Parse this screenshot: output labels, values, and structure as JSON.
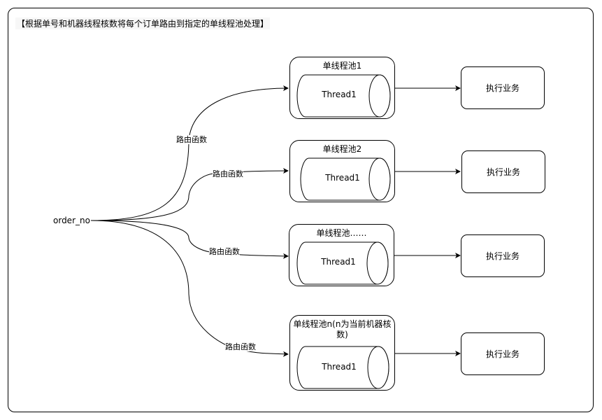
{
  "title": "【根据单号和机器线程核数将每个订单路由到指定的单线程池处理】",
  "source_node": "order_no",
  "edge_label": "路由函数",
  "pools": [
    {
      "title": "单线程池1",
      "thread": "Thread1",
      "task": "执行业务"
    },
    {
      "title": "单线程池2",
      "thread": "Thread1",
      "task": "执行业务"
    },
    {
      "title": "单线程池……",
      "thread": "Thread1",
      "task": "执行业务"
    },
    {
      "title": "单线程池n(n为当前机器核数)",
      "thread": "Thread1",
      "task": "执行业务"
    }
  ],
  "edge_labels": [
    "路由函数",
    "路由函数",
    "路由函数",
    "路由函数"
  ]
}
